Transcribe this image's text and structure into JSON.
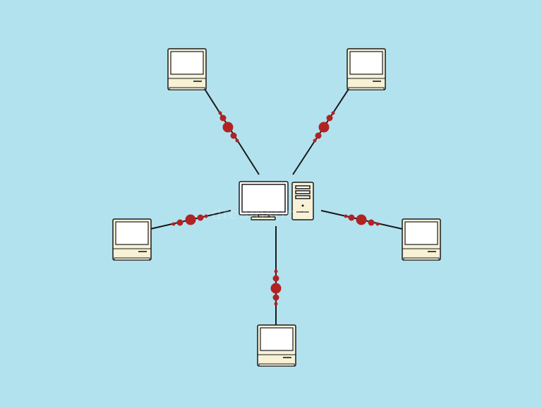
{
  "diagram": {
    "type": "star-network-topology",
    "background_color": "#b3e2ef",
    "link_color": "#1a1a1a",
    "signal_color": "#b22222",
    "monitor_outline_color": "#1a1a1a",
    "terminal_body_color": "#f7f1d6",
    "screen_color": "#ffffff",
    "server": {
      "icon": "desktop-workstation-icon",
      "parts": [
        "monitor",
        "tower"
      ]
    },
    "clients": [
      {
        "id": "top-left",
        "icon": "terminal-icon"
      },
      {
        "id": "top-right",
        "icon": "terminal-icon"
      },
      {
        "id": "left",
        "icon": "terminal-icon"
      },
      {
        "id": "right",
        "icon": "terminal-icon"
      },
      {
        "id": "bottom",
        "icon": "terminal-icon"
      }
    ],
    "watermark_text": "dreamstime"
  }
}
